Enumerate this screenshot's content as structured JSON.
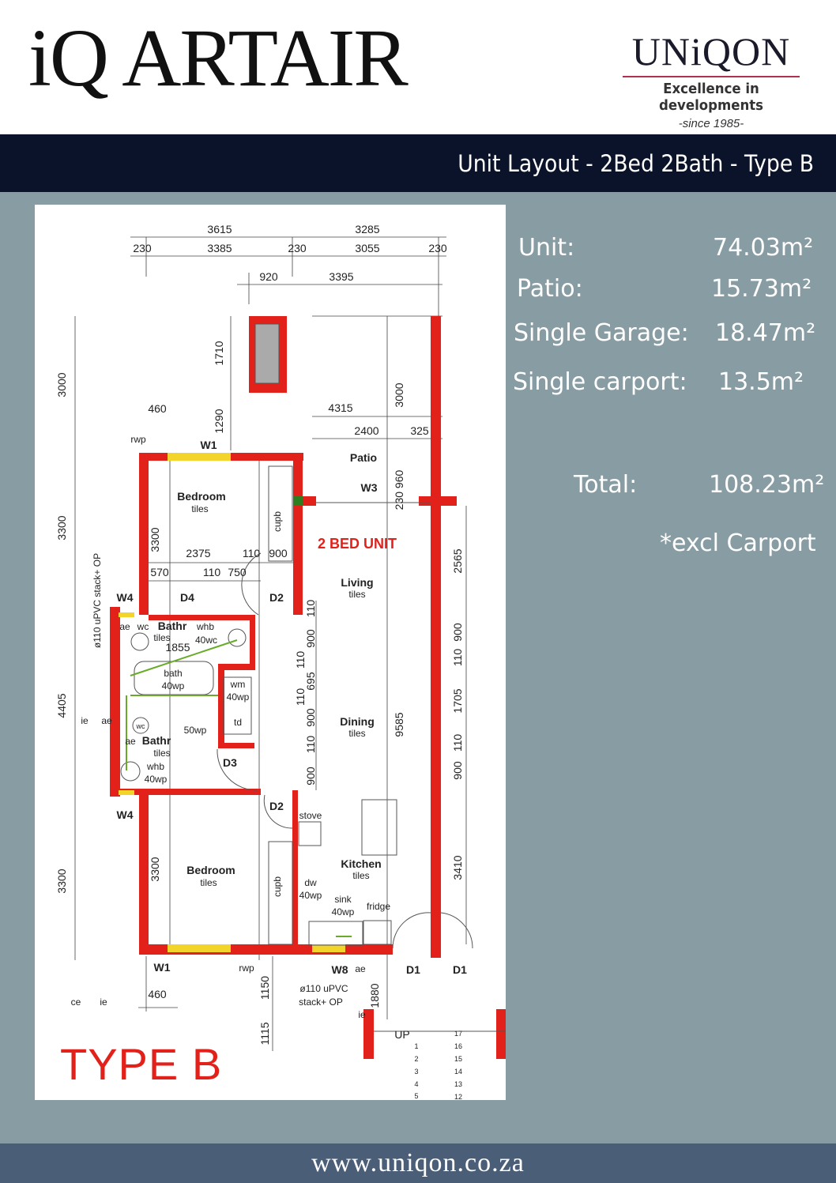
{
  "header": {
    "project_logo": "iQ ARTAIR",
    "brand_name": "UNiQON",
    "brand_tagline": "Excellence in developments",
    "brand_since": "-since 1985-"
  },
  "title": "Unit Layout - 2Bed 2Bath  - Type B",
  "type_label": "TYPE B",
  "areas": {
    "unit_label": "Unit:",
    "unit_value": "74.03m²",
    "patio_label": "Patio:",
    "patio_value": "15.73m²",
    "garage_label": "Single Garage:",
    "garage_value": "18.47m²",
    "carport_label": "Single carport:",
    "carport_value": "13.5m²",
    "total_label": "Total:",
    "total_value": "108.23m²",
    "note": "*excl Carport"
  },
  "plan": {
    "labels": [
      "3615",
      "3285",
      "230",
      "3385",
      "230",
      "3055",
      "230",
      "920",
      "3395",
      "3000",
      "3300",
      "4405",
      "3300",
      "460",
      "rwp",
      "1710",
      "1290",
      "4315",
      "3000",
      "2400",
      "325",
      "Patio",
      "W3",
      "230 960",
      "W1",
      "Bedroom",
      "tiles",
      "cupb",
      "2 BED UNIT",
      "3300",
      "2375",
      "110",
      "900",
      "570",
      "110",
      "750",
      "W4",
      "D4",
      "D2",
      "Living",
      "tiles",
      "2565",
      "ø110 uPVC stack+ OP",
      "ae",
      "wc",
      "Bathr",
      "whb",
      "tiles",
      "40wc",
      "1855",
      "bath",
      "40wp",
      "wm",
      "40wp",
      "td",
      "wc",
      "ae",
      "Bathr",
      "tiles",
      "50wp",
      "whb",
      "40wp",
      "D3",
      "W4",
      "D2",
      "Dining",
      "tiles",
      "9585",
      "110",
      "900",
      "110",
      "695",
      "110",
      "900",
      "110",
      "900",
      "900",
      "110",
      "1705",
      "110",
      "900",
      "3410",
      "stove",
      "Bedroom",
      "tiles",
      "3300",
      "cupb",
      "Kitchen",
      "tiles",
      "dw",
      "40wp",
      "sink",
      "40wp",
      "fridge",
      "W1",
      "rwp",
      "W8",
      "ae",
      "D1",
      "D1",
      "460",
      "ce",
      "ie",
      "1150",
      "ø110 uPVC",
      "stack+ OP",
      "1880",
      "1115",
      "UP",
      "ie",
      "ae",
      "ie"
    ],
    "stairs_left": [
      "1",
      "2",
      "3",
      "4",
      "5"
    ],
    "stairs_right": [
      "17",
      "16",
      "15",
      "14",
      "13",
      "12"
    ]
  },
  "footer": {
    "url": "www.uniqon.co.za"
  },
  "colors": {
    "wall": "#e3211b",
    "title_bar": "#0b132a",
    "panel": "#879ca3",
    "footer": "#4b5e77"
  }
}
